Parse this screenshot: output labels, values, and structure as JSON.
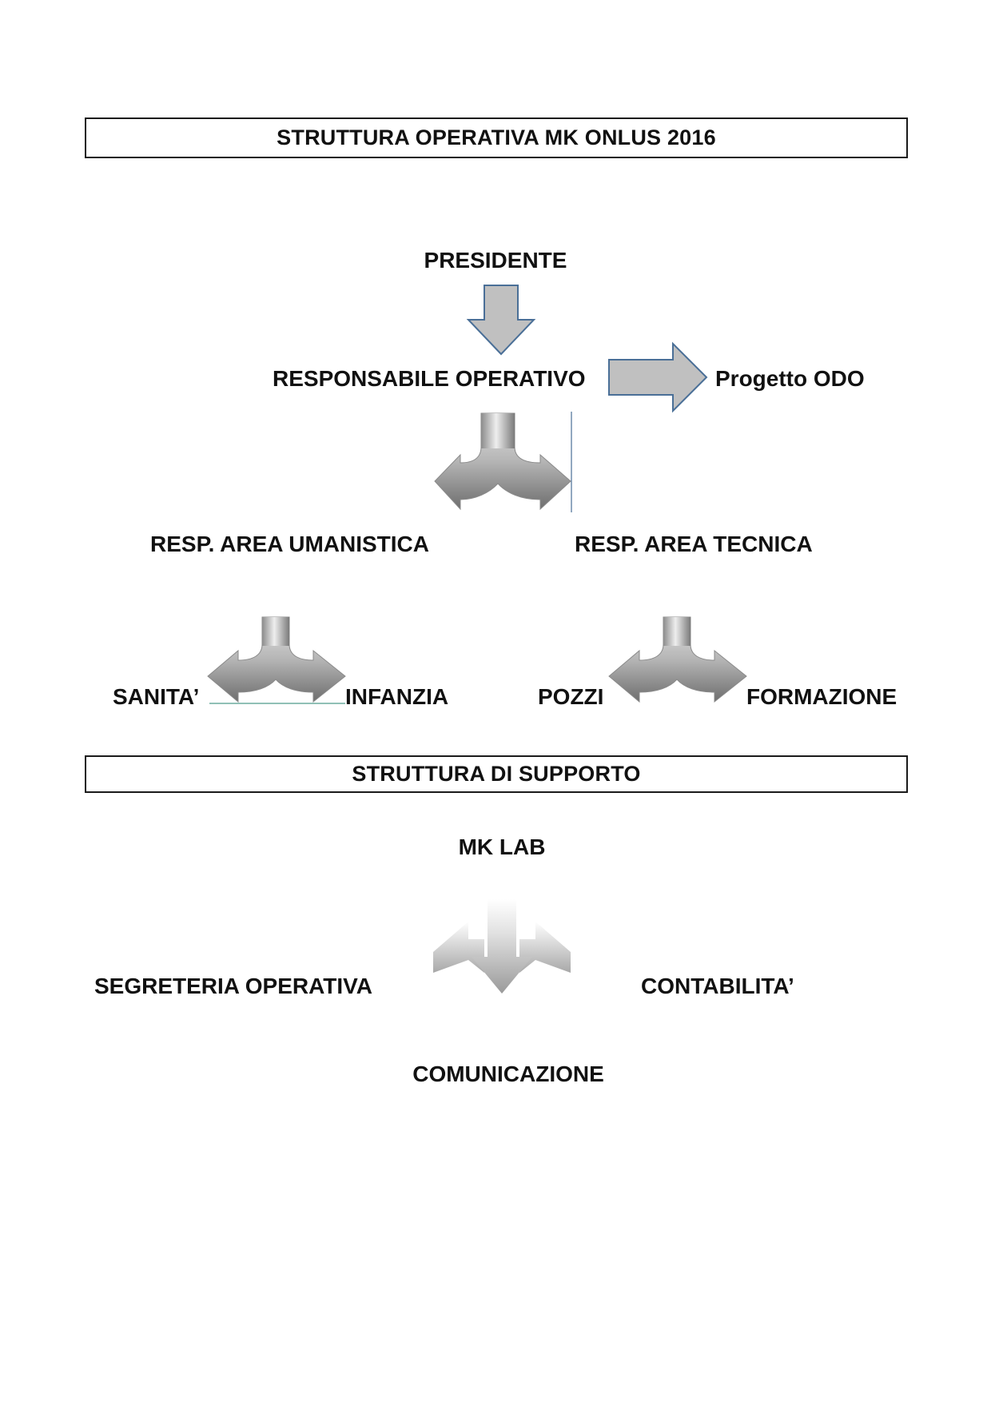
{
  "operativa": {
    "title": "STRUTTURA OPERATIVA MK ONLUS   2016",
    "presidente": "PRESIDENTE",
    "responsabile_operativo": "RESPONSABILE OPERATIVO",
    "progetto": "Progetto ODO",
    "area_umanistica": "RESP. AREA UMANISTICA",
    "area_tecnica": "RESP. AREA TECNICA",
    "sanita": "SANITA’",
    "infanzia": "INFANZIA",
    "pozzi": "POZZI",
    "formazione": "FORMAZIONE"
  },
  "supporto": {
    "title": "STRUTTURA DI SUPPORTO",
    "mk_lab": "MK LAB",
    "segreteria": "SEGRETERIA OPERATIVA",
    "contabilita": "CONTABILITA’",
    "comunicazione": "COMUNICAZIONE"
  },
  "colors": {
    "arrow_fill": "#c0c0c0",
    "arrow_outline": "#4a6f97",
    "border": "#1a1a1a"
  }
}
